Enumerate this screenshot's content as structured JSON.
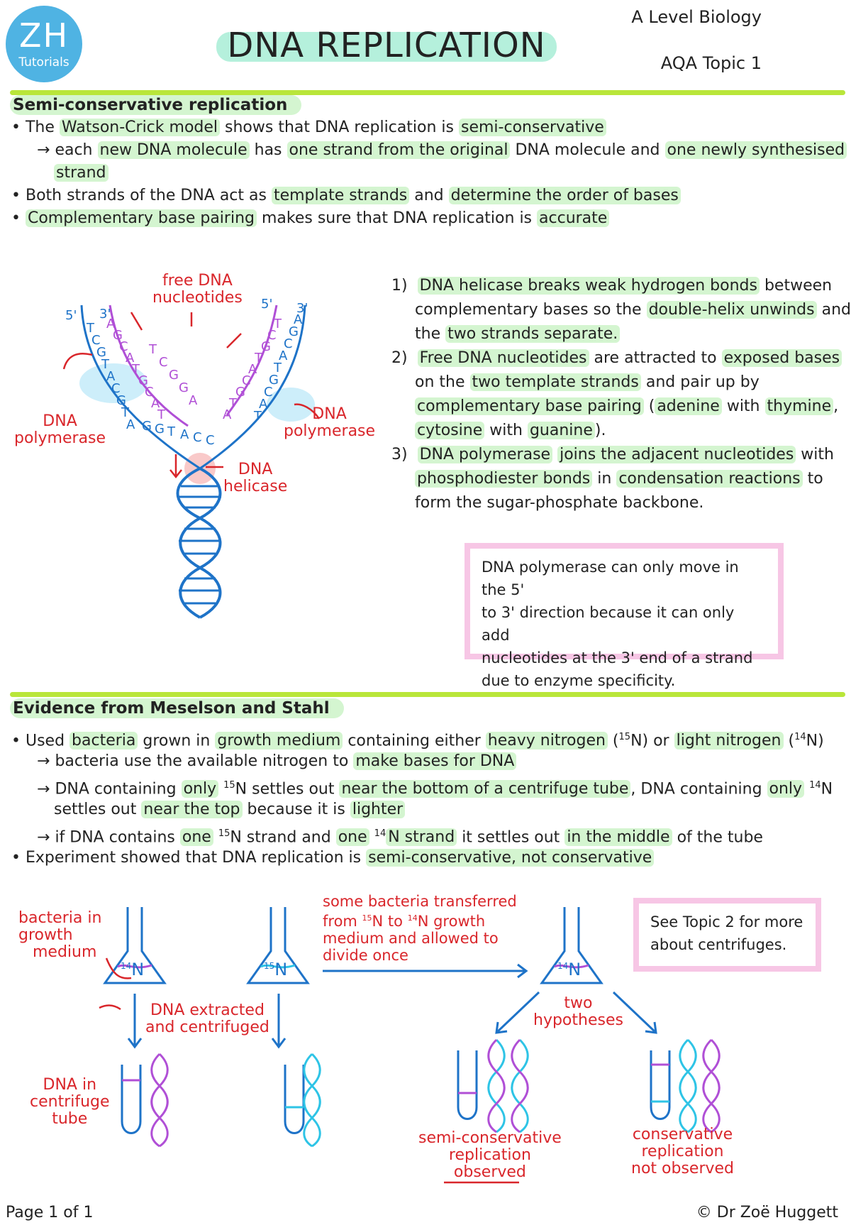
{
  "header": {
    "logo_main": "ZH",
    "logo_sub": "Tutorials",
    "title": "DNA REPLICATION",
    "course": "A Level Biology",
    "topic": "AQA Topic 1"
  },
  "section1": {
    "title": "Semi-conservative replication",
    "b1": {
      "t1": "The ",
      "h1": "Watson-Crick model",
      "t2": " shows that DNA replication is ",
      "h2": "semi-conservative"
    },
    "b1sub": {
      "t1": "each ",
      "h1": "new DNA molecule",
      "t2": " has ",
      "h2": "one strand from the original",
      "t3": " DNA molecule and ",
      "h3": "one newly synthesised",
      "h4": "strand"
    },
    "b2": {
      "t1": "Both strands of the DNA act as ",
      "h1": "template strands",
      "t2": " and ",
      "h2": "determine the order of bases"
    },
    "b3": {
      "h1": "Complementary base pairing",
      "t1": " makes sure that DNA replication is ",
      "h2": "accurate"
    }
  },
  "steps": {
    "s1": {
      "num": "1)",
      "h1": "DNA helicase breaks weak hydrogen bonds",
      "t1": " between",
      "t2": "complementary bases so the ",
      "h2": "double-helix unwinds",
      "t3": " and",
      "t4": "the ",
      "h3": "two strands separate."
    },
    "s2": {
      "num": "2)",
      "h1": "Free DNA nucleotides",
      "t1": " are attracted to ",
      "h2": "exposed bases",
      "t2": "on the ",
      "h3": "two template strands",
      "t3": " and pair up by",
      "h4": "complementary base pairing",
      "t4": " (",
      "h5": "adenine",
      "t5": " with ",
      "h6": "thymine",
      "t6": ",",
      "h7": "cytosine",
      "t7": " with ",
      "h8": "guanine",
      "t8": ")."
    },
    "s3": {
      "num": "3)",
      "h1": "DNA polymerase",
      "t1": " ",
      "h2": "joins the adjacent nucleotides",
      "t2": " with",
      "h3": "phosphodiester bonds",
      "t3": " in ",
      "h4": "condensation reactions",
      "t4": " to",
      "t5": "form the sugar-phosphate backbone."
    }
  },
  "note1": {
    "l1": "DNA polymerase can only move in the 5'",
    "l2": "to 3' direction because it can only add",
    "l3": "nucleotides at the 3' end of a strand",
    "l4": "due to enzyme specificity."
  },
  "fork": {
    "free_nuc_1": "free DNA",
    "free_nuc_2": "nucleotides",
    "poly_left_1": "DNA",
    "poly_left_2": "polymerase",
    "poly_right_1": "DNA",
    "poly_right_2": "polymerase",
    "helicase_1": "DNA",
    "helicase_2": "helicase",
    "five_prime": "5'",
    "three_prime": "3'",
    "bases_left": [
      "T",
      "C",
      "G",
      "T",
      "A",
      "C",
      "G",
      "T",
      "A"
    ],
    "bases_left_pair": [
      "A",
      "G",
      "C",
      "A",
      "T",
      "G",
      "C",
      "A",
      "T"
    ],
    "bases_right": [
      "A",
      "G",
      "C",
      "A",
      "T",
      "G",
      "C",
      "A",
      "T"
    ],
    "bases_right_pair": [
      "T",
      "C",
      "G",
      "T",
      "A",
      "C",
      "G",
      "T",
      "A"
    ],
    "bases_bottom": [
      "G",
      "G",
      "T",
      "A",
      "C",
      "C"
    ],
    "free_bases": [
      "T",
      "C",
      "G",
      "G",
      "A"
    ]
  },
  "section2": {
    "title": "Evidence from Meselson and Stahl",
    "b1": {
      "t1": "Used ",
      "h1": "bacteria",
      "t2": " grown in ",
      "h2": "growth medium",
      "t3": " containing either ",
      "h3": "heavy nitrogen",
      "t4": " (",
      "sup1": "15",
      "t5": "N) or ",
      "h4": "light nitrogen",
      "t6": " (",
      "sup2": "14",
      "t7": "N)"
    },
    "b1s1": {
      "t1": "bacteria use the available nitrogen to ",
      "h1": "make bases for DNA"
    },
    "b1s2": {
      "t1": "DNA containing ",
      "h1": "only",
      "t2": " ",
      "sup1": "15",
      "t3": "N settles out ",
      "h2": "near the bottom of a centrifuge tube",
      "t4": ", DNA containing ",
      "h3": "only",
      "t5": " ",
      "sup2": "14",
      "t6": "N"
    },
    "b1s2b": {
      "t1": "settles out ",
      "h1": "near the top",
      "t2": " because it is ",
      "h2": "lighter"
    },
    "b1s3": {
      "t1": "if DNA contains ",
      "h1": "one",
      "t2": " ",
      "sup1": "15",
      "t3": "N strand and ",
      "h2": "one",
      "t4": " ",
      "sup2": "14",
      "t5": "N strand",
      "t6": " it settles out ",
      "h3": "in the middle",
      "t7": " of the tube"
    },
    "b2": {
      "t1": "Experiment showed that DNA replication is ",
      "h1": "semi-conservative, not conservative"
    }
  },
  "experiment": {
    "bacteria_1": "bacteria in",
    "bacteria_2": "growth",
    "bacteria_3": "medium",
    "flask1_sup": "14",
    "flask1_n": "N",
    "flask2_sup": "15",
    "flask2_n": "N",
    "flask3_sup": "14",
    "flask3_n": "N",
    "transfer_1": "some bacteria transferred",
    "transfer_2a": "from ",
    "transfer_2s1": "15",
    "transfer_2b": "N to ",
    "transfer_2s2": "14",
    "transfer_2c": "N growth",
    "transfer_3": "medium and allowed to",
    "transfer_4": "divide once",
    "extracted_1": "DNA extracted",
    "extracted_2": "and centrifuged",
    "tube_1": "DNA in",
    "tube_2": "centrifuge",
    "tube_3": "tube",
    "hyp_1": "two",
    "hyp_2": "hypotheses",
    "semi_1": "semi-conservative",
    "semi_2": "replication",
    "semi_3": "observed",
    "cons_1": "conservative",
    "cons_2": "replication",
    "cons_3": "not observed"
  },
  "note2": {
    "l1": "See Topic 2 for more",
    "l2": "about centrifuges."
  },
  "footer": {
    "page": "Page 1 of 1",
    "author": "© Dr Zoë Huggett"
  },
  "colors": {
    "highlight": "#d4f5d0",
    "accent_bar": "#b9e63a",
    "red": "#d9262b",
    "blue": "#1e73c8",
    "cyan": "#2ec4e6",
    "purple": "#b04fd6",
    "pink_box": "#f7c6e5",
    "logo": "#4fb3e3"
  }
}
